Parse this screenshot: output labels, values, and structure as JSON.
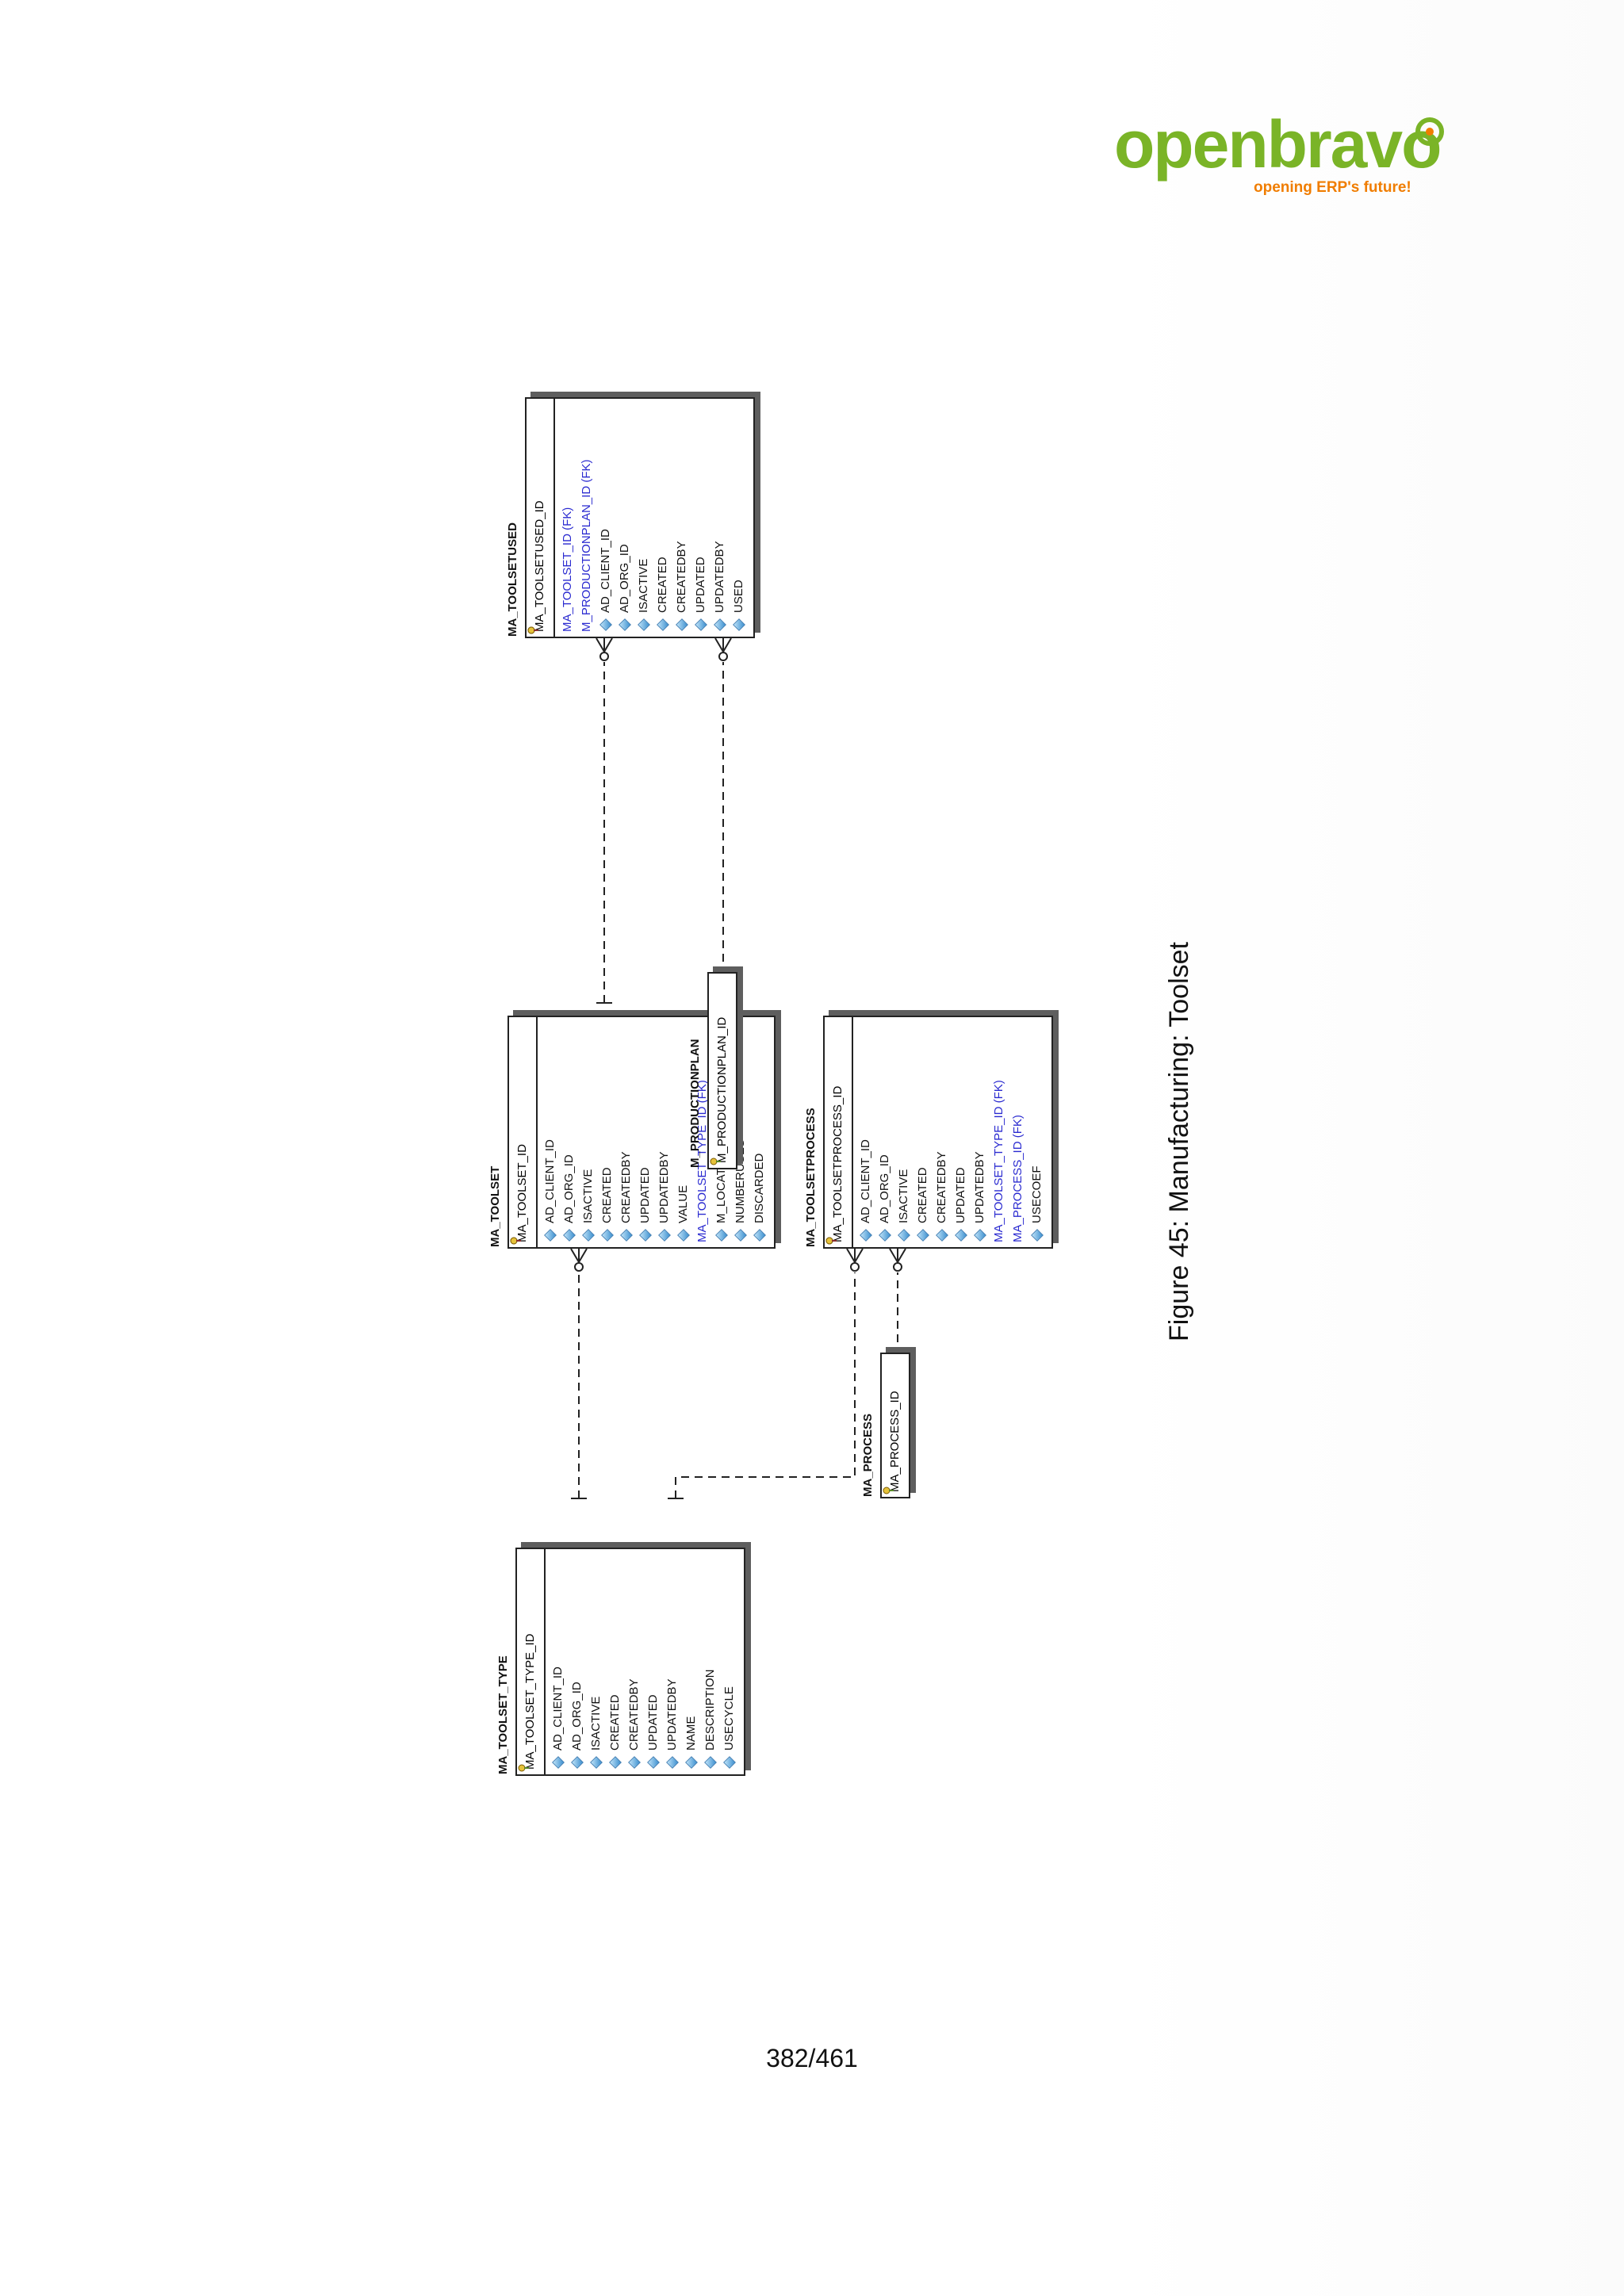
{
  "logo": {
    "part1": "open",
    "part2": "bravo",
    "tagline": "opening ERP's future!",
    "brand_green": "#7ab427",
    "brand_orange": "#f07d00"
  },
  "caption": "Figure 45: Manufacturing: Toolset",
  "page_number": "382/461",
  "colors": {
    "fk_text": "#2a2ad0",
    "border": "#222222",
    "shadow": "#5e5e5e"
  },
  "tables": {
    "toolset_type": {
      "name": "MA_TOOLSET_TYPE",
      "pk": "MA_TOOLSET_TYPE_ID",
      "columns": [
        "AD_CLIENT_ID",
        "AD_ORG_ID",
        "ISACTIVE",
        "CREATED",
        "CREATEDBY",
        "UPDATED",
        "UPDATEDBY",
        "NAME",
        "DESCRIPTION",
        "USECYCLE"
      ]
    },
    "toolset": {
      "name": "MA_TOOLSET",
      "pk": "MA_TOOLSET_ID",
      "columns": [
        "AD_CLIENT_ID",
        "AD_ORG_ID",
        "ISACTIVE",
        "CREATED",
        "CREATEDBY",
        "UPDATED",
        "UPDATEDBY",
        "VALUE",
        "MA_TOOLSET_TYPE_ID (FK)",
        "M_LOCATOR_ID",
        "NUMBERUSES",
        "DISCARDED"
      ]
    },
    "toolsetprocess": {
      "name": "MA_TOOLSETPROCESS",
      "pk": "MA_TOOLSETPROCESS_ID",
      "columns": [
        "AD_CLIENT_ID",
        "AD_ORG_ID",
        "ISACTIVE",
        "CREATED",
        "CREATEDBY",
        "UPDATED",
        "UPDATEDBY",
        "MA_TOOLSET_TYPE_ID (FK)",
        "MA_PROCESS_ID (FK)",
        "USECOEF"
      ]
    },
    "process": {
      "name": "MA_PROCESS",
      "pk": "MA_PROCESS_ID",
      "columns": []
    },
    "productionplan": {
      "name": "M_PRODUCTIONPLAN",
      "pk": "M_PRODUCTIONPLAN_ID",
      "columns": []
    },
    "toolsetused": {
      "name": "MA_TOOLSETUSED",
      "pk": "MA_TOOLSETUSED_ID",
      "columns": [
        "MA_TOOLSET_ID (FK)",
        "M_PRODUCTIONPLAN_ID (FK)",
        "AD_CLIENT_ID",
        "AD_ORG_ID",
        "ISACTIVE",
        "CREATED",
        "CREATEDBY",
        "UPDATED",
        "UPDATEDBY",
        "USED"
      ]
    }
  }
}
